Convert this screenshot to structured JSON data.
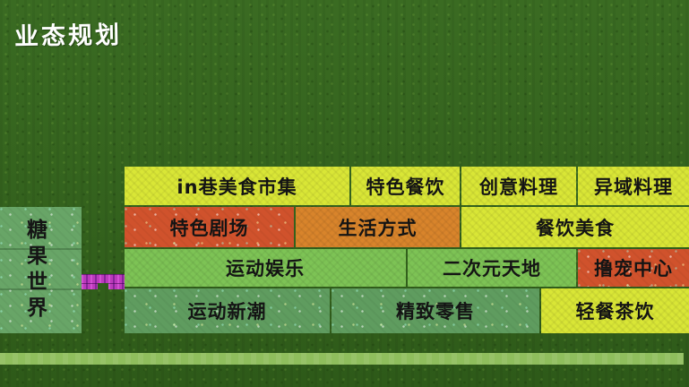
{
  "title": "业态规划",
  "background_color": "#33611d",
  "footer_stripe_color": "#8fbe5d",
  "candy_world": {
    "label": "糖果世界",
    "color": "#68a567"
  },
  "connector": {
    "name": "pixel-bridge",
    "color": "#bb3abb"
  },
  "grid": {
    "rows": [
      {
        "blocks": [
          {
            "label": "in巷美食市集",
            "color": "#d9e636"
          },
          {
            "label": "特色餐饮",
            "color": "#d9e636"
          },
          {
            "label": "创意料理",
            "color": "#d9e636"
          },
          {
            "label": "异域料理",
            "color": "#d9e636"
          }
        ]
      },
      {
        "blocks": [
          {
            "label": "特色剧场",
            "color": "#d0522c"
          },
          {
            "label": "生活方式",
            "color": "#d8842b"
          },
          {
            "label": "餐饮美食",
            "color": "#d9e636"
          }
        ]
      },
      {
        "blocks": [
          {
            "label": "运动娱乐",
            "color": "#7dc355"
          },
          {
            "label": "二次元天地",
            "color": "#7dc355"
          },
          {
            "label": "撸宠中心",
            "color": "#d0522c"
          }
        ]
      },
      {
        "blocks": [
          {
            "label": "运动新潮",
            "color": "#5f9c5f"
          },
          {
            "label": "精致零售",
            "color": "#5f9c5f"
          },
          {
            "label": "轻餐茶饮",
            "color": "#d9e636"
          }
        ]
      }
    ]
  }
}
